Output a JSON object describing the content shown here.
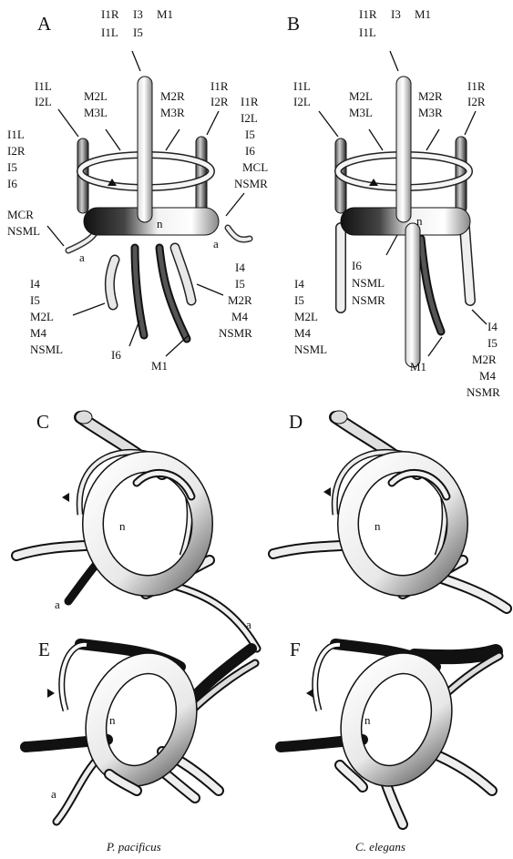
{
  "panels": {
    "A": {
      "letter": "A",
      "top": [
        "I1R",
        "I3",
        "M1",
        "I1L",
        "I5"
      ],
      "upper_left": [
        "I1L",
        "I2L"
      ],
      "mid_left": [
        "M2L",
        "M3L"
      ],
      "mid_right": [
        "M2R",
        "M3R"
      ],
      "upper_right": [
        "I1R",
        "I2R"
      ],
      "right_side": [
        "I1R",
        "I2L",
        "I5",
        "I6",
        "MCL",
        "NSMR"
      ],
      "left_side": [
        "I1L",
        "I2R",
        "I5",
        "I6",
        "MCR",
        "NSML"
      ],
      "bottom_left": [
        "I4",
        "I5",
        "M2L",
        "M4",
        "NSML"
      ],
      "bottom_right": [
        "I4",
        "I5",
        "M2R",
        "M4",
        "NSMR"
      ],
      "bottom_mid1": "I6",
      "bottom_mid2": "M1",
      "n": "n",
      "a_left": "a",
      "a_right": "a"
    },
    "B": {
      "letter": "B",
      "top": [
        "I1R",
        "I3",
        "M1",
        "I1L"
      ],
      "upper_left": [
        "I1L",
        "I2L"
      ],
      "mid_left": [
        "M2L",
        "M3L"
      ],
      "mid_right": [
        "M2R",
        "M3R"
      ],
      "upper_right": [
        "I1R",
        "I2R"
      ],
      "bottom_mid": [
        "I6",
        "NSML",
        "NSMR"
      ],
      "bottom_left": [
        "I4",
        "I5",
        "M2L",
        "M4",
        "NSML"
      ],
      "bottom_right": [
        "I4",
        "I5",
        "M2R",
        "M4",
        "NSMR"
      ],
      "m1": "M1",
      "n": "n"
    },
    "C": {
      "letter": "C",
      "n": "n",
      "a1": "a",
      "a2": "a"
    },
    "D": {
      "letter": "D",
      "n": "n"
    },
    "E": {
      "letter": "E",
      "n": "n",
      "a1": "a"
    },
    "F": {
      "letter": "F",
      "n": "n"
    }
  },
  "species": {
    "left": "P. pacificus",
    "right": "C. elegans"
  }
}
